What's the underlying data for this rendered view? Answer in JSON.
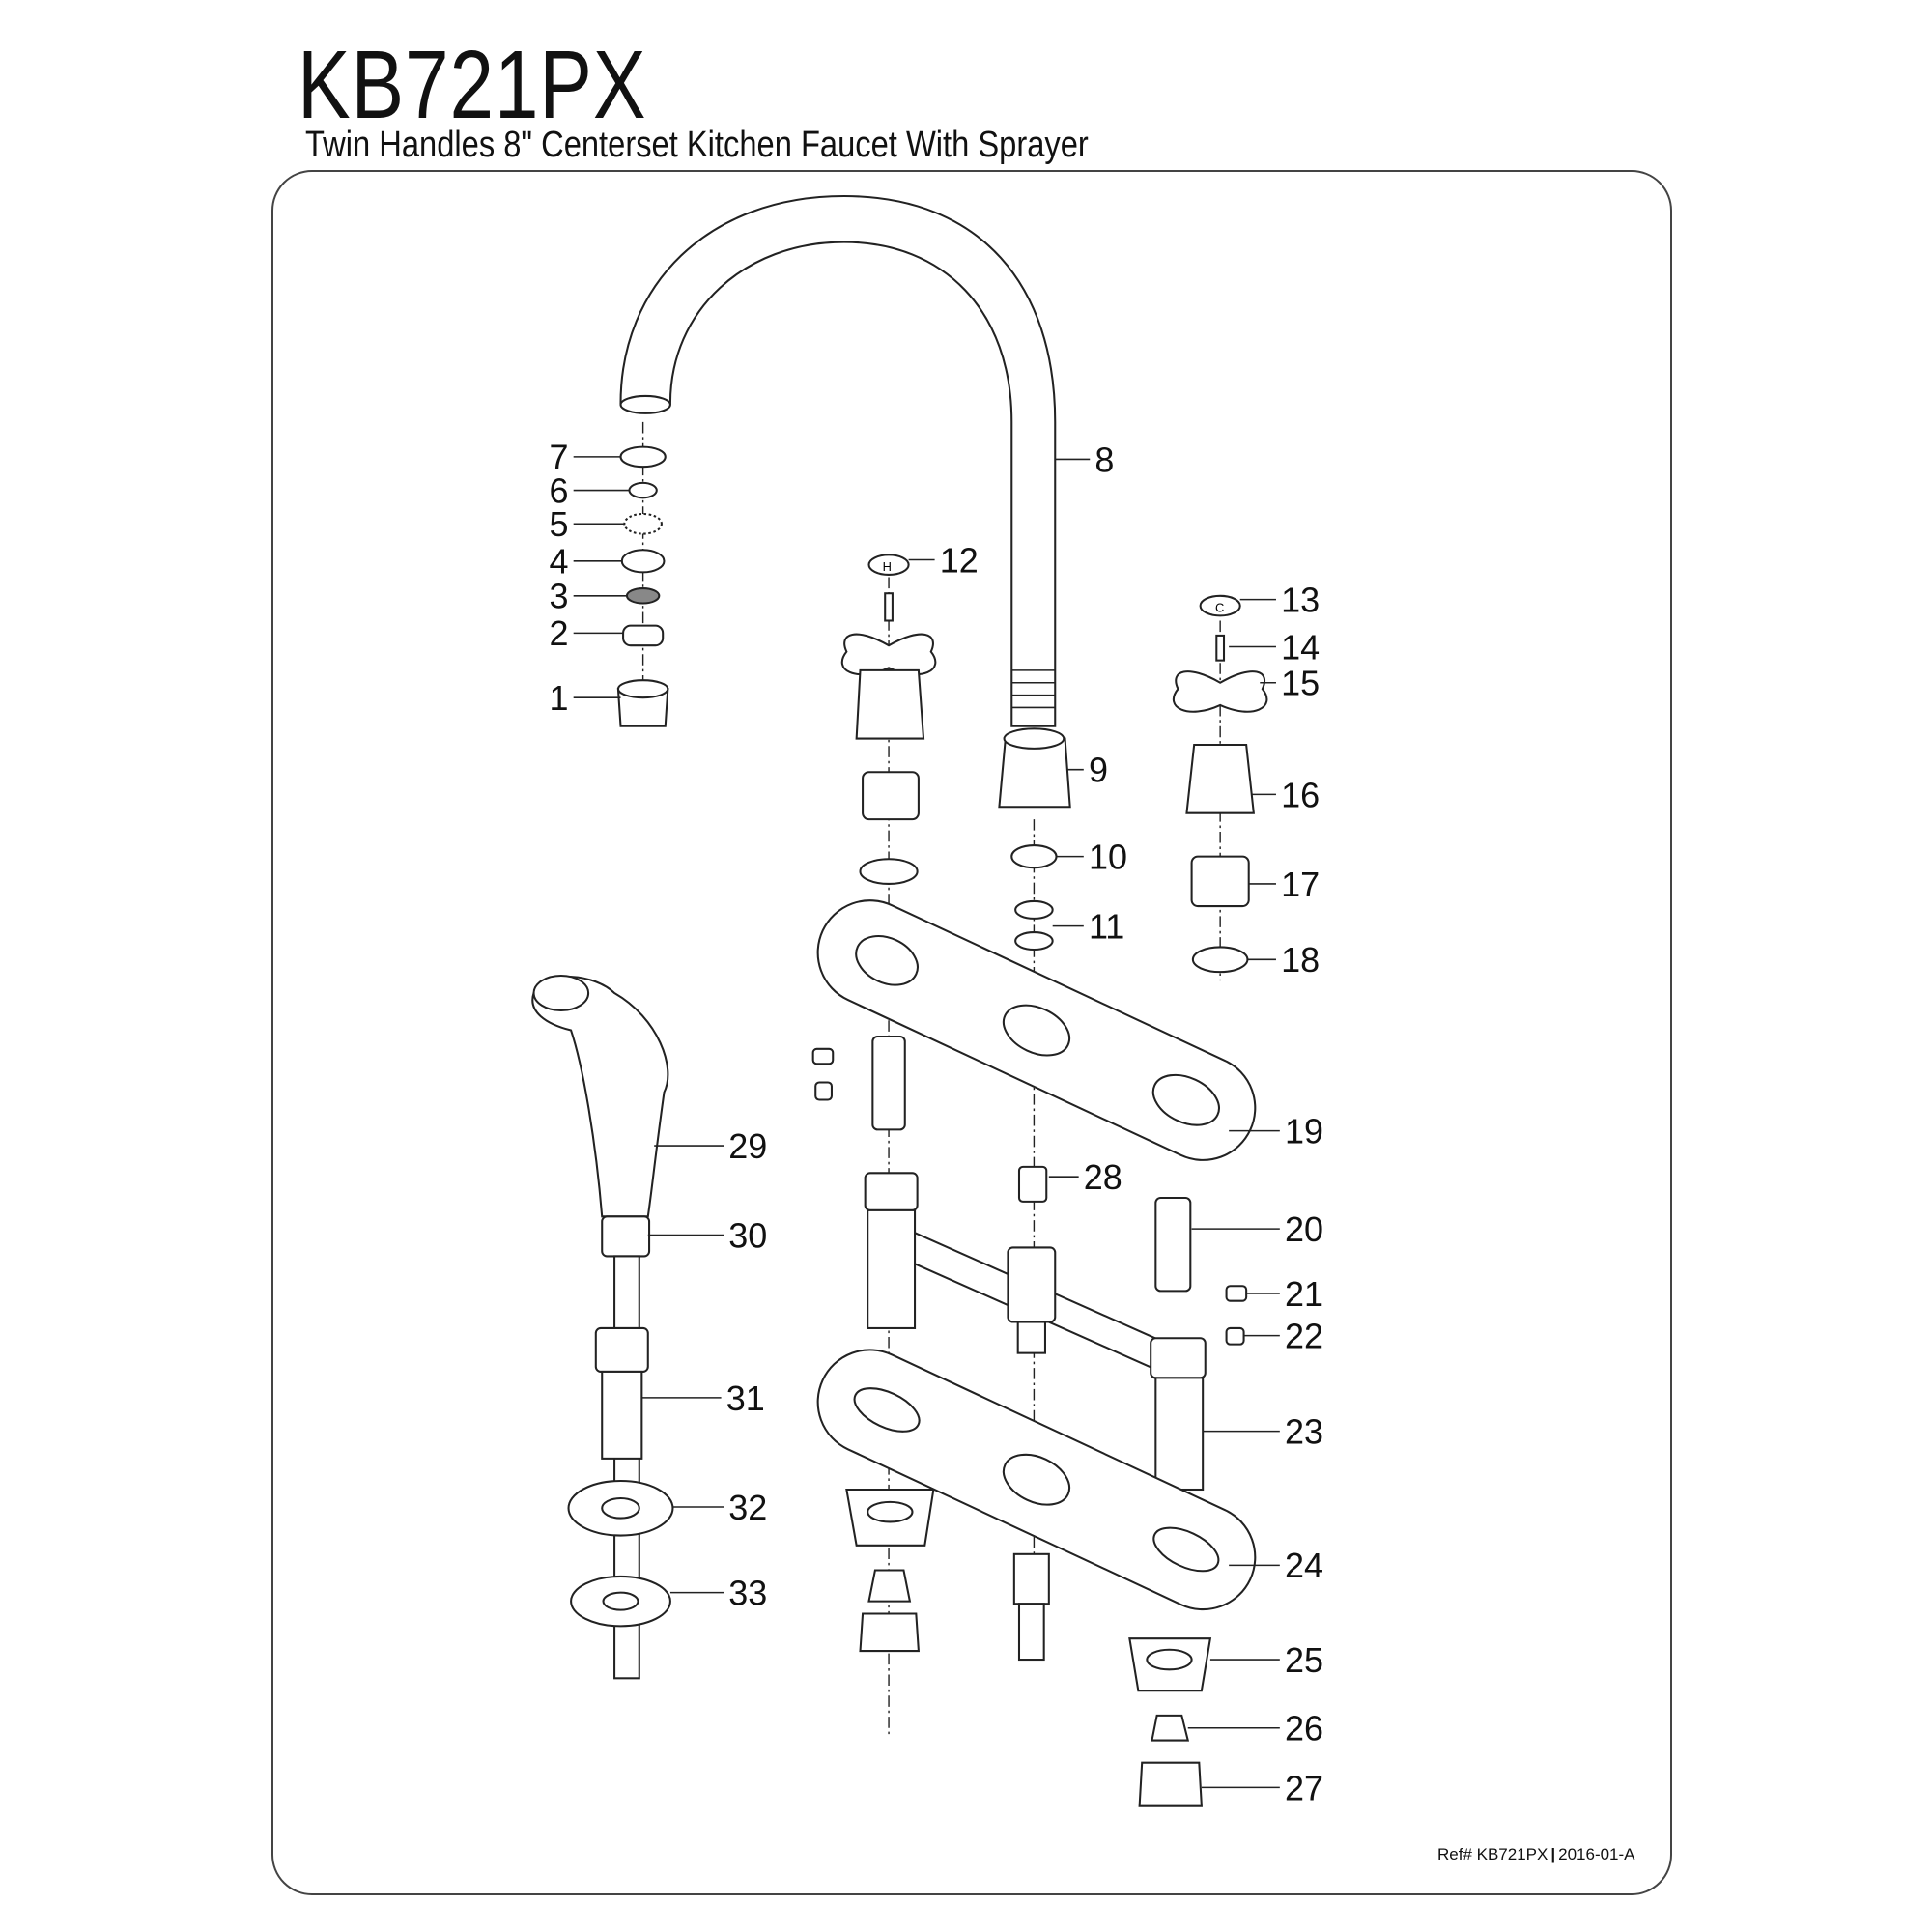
{
  "header": {
    "title": "KB721PX",
    "subtitle": "Twin Handles 8\" Centerset Kitchen Faucet With Sprayer"
  },
  "footer": {
    "ref_label": "Ref# KB721PX",
    "ref_separator": "|",
    "revision": "2016-01-A"
  },
  "diagram": {
    "callouts": [
      "1",
      "2",
      "3",
      "4",
      "5",
      "6",
      "7",
      "8",
      "9",
      "10",
      "11",
      "12",
      "13",
      "14",
      "15",
      "16",
      "17",
      "18",
      "19",
      "20",
      "21",
      "22",
      "23",
      "24",
      "25",
      "26",
      "27",
      "28",
      "29",
      "30",
      "31",
      "32",
      "33"
    ],
    "handle_caps": {
      "hot": "H",
      "cold": "C"
    }
  }
}
